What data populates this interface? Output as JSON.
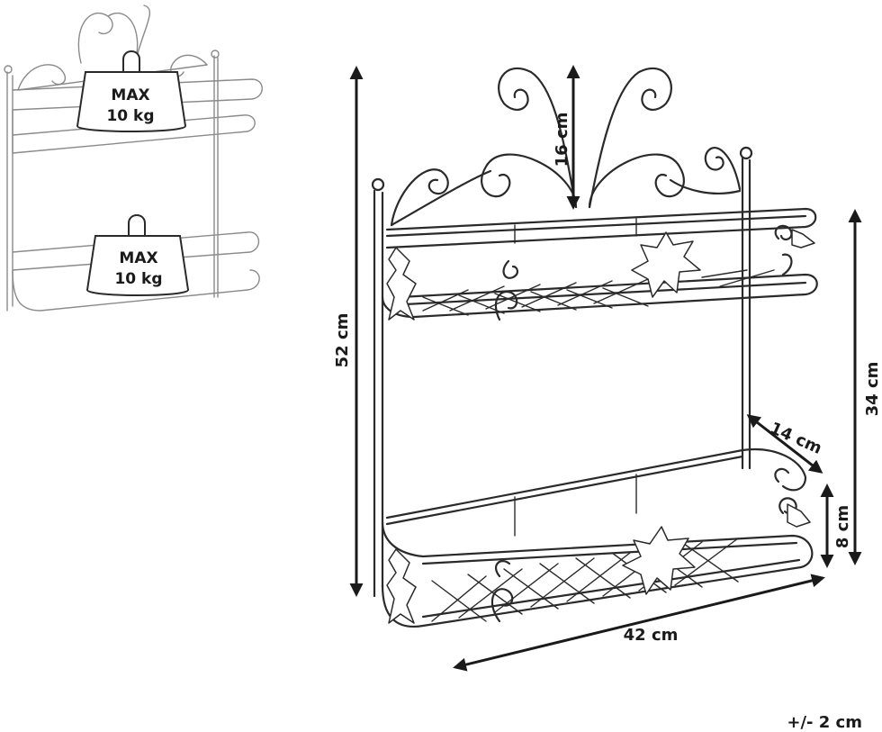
{
  "thumbnail": {
    "weight_top": {
      "line1": "MAX",
      "line2": "10 kg"
    },
    "weight_bottom": {
      "line1": "MAX",
      "line2": "10 kg"
    }
  },
  "dimensions": {
    "total_height": "52 cm",
    "scroll_height": "16 cm",
    "shelf_spacing": "34 cm",
    "depth": "14 cm",
    "rail_height": "8 cm",
    "width": "42 cm"
  },
  "tolerance": "+/- 2 cm"
}
